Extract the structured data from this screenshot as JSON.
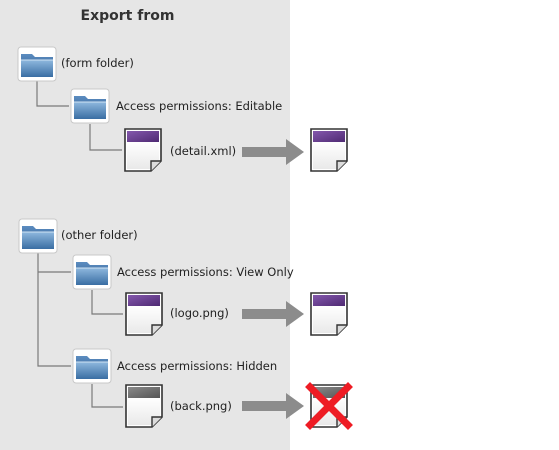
{
  "title": "Export from",
  "colors": {
    "panel_bg": "#e6e6e6",
    "folder_blue": "#2f5f8e",
    "folder_light": "#6d9cc8",
    "file_purple": "#6a3d8f",
    "file_gray": "#6b6b6b",
    "arrow_gray": "#8c8c8c",
    "cross_red": "#ee1c24"
  },
  "tree": {
    "form_folder": {
      "label": "(form folder)",
      "icon": "folder-icon"
    },
    "editable_folder": {
      "label": "Access permissions: Editable",
      "icon": "folder-icon"
    },
    "detail_file": {
      "label": "(detail.xml)",
      "icon": "file-icon",
      "result": "exported"
    },
    "other_folder": {
      "label": "(other folder)",
      "icon": "folder-icon"
    },
    "viewonly_folder": {
      "label": "Access permissions: View Only",
      "icon": "folder-icon"
    },
    "logo_file": {
      "label": "(logo.png)",
      "icon": "file-icon",
      "result": "exported"
    },
    "hidden_folder": {
      "label": "Access permissions: Hidden",
      "icon": "folder-icon"
    },
    "back_file": {
      "label": "(back.png)",
      "icon": "file-icon",
      "result": "not-exported"
    }
  }
}
